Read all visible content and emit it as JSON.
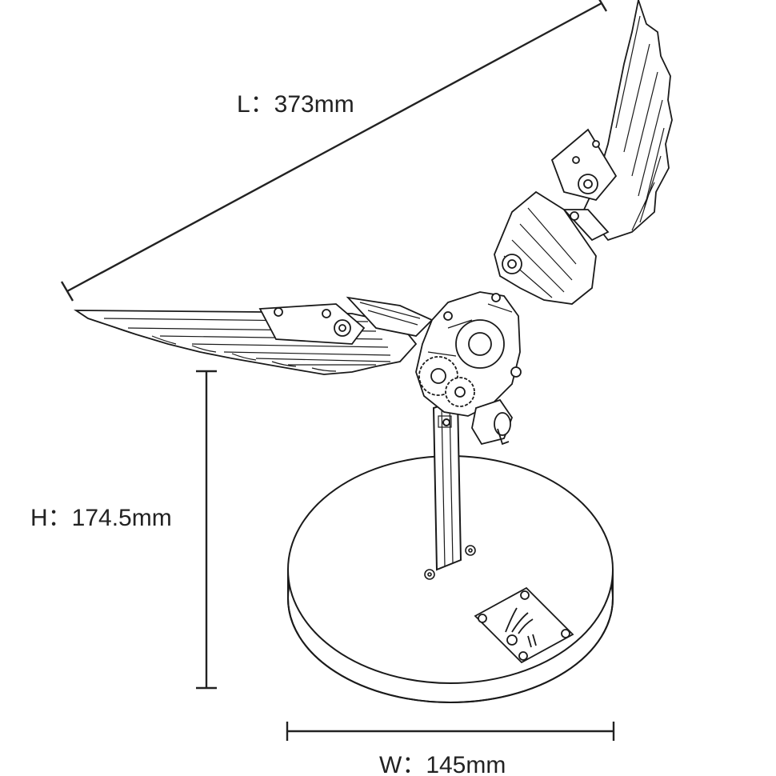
{
  "dimensions": {
    "length": "L：373mm",
    "height": "H：174.5mm",
    "width": "W：145mm"
  },
  "colors": {
    "line": "#1a1a1a",
    "dimension_line": "#222222",
    "background": "#ffffff"
  }
}
